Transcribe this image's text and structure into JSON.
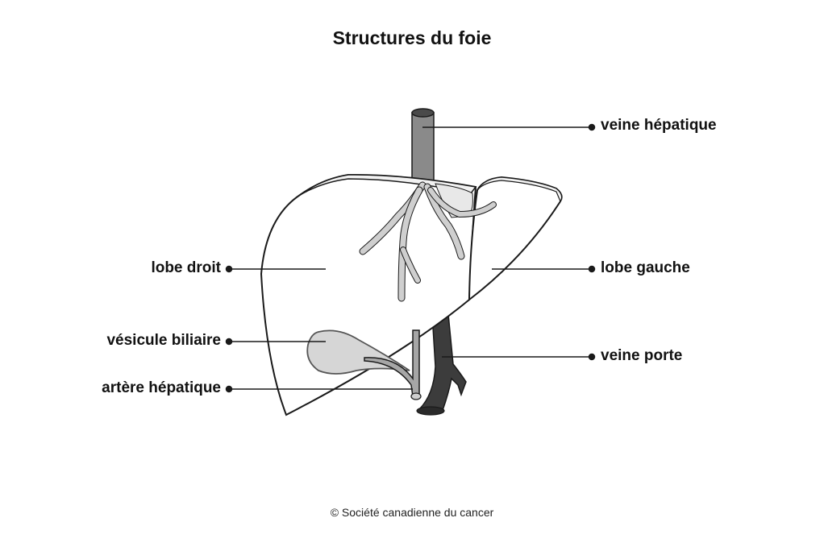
{
  "title": "Structures du foie",
  "labels": {
    "hepatic_vein": "veine hépatique",
    "right_lobe": "lobe droit",
    "left_lobe": "lobe gauche",
    "gallbladder": "vésicule biliaire",
    "portal_vein": "veine porte",
    "hepatic_artery": "artère hépatique"
  },
  "credit": "© Société canadienne du cancer",
  "colors": {
    "outline": "#1a1a1a",
    "hepatic_vein": "#8a8a8a",
    "hepatic_vein_top": "#4a4a4a",
    "branches": "#cfcfcf",
    "gallbladder": "#d6d6d6",
    "portal_vein": "#3c3c3c",
    "hepatic_artery": "#a6a6a6"
  }
}
